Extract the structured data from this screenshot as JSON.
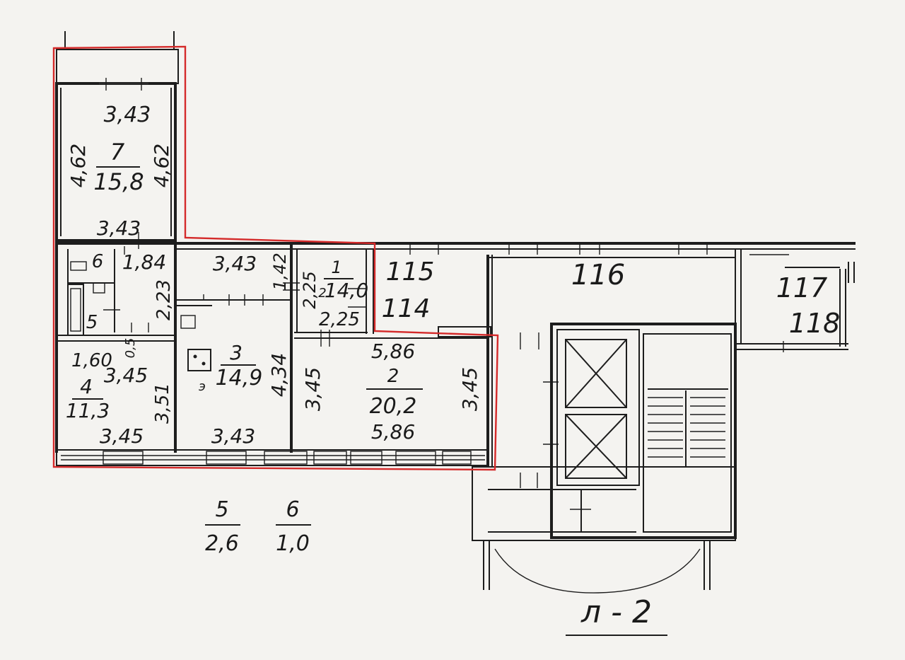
{
  "drawing": {
    "outline_color": "#d42a2a",
    "line_color": "#1d1d1d",
    "paper_color": "#f4f3f0"
  },
  "rooms": [
    {
      "id": "room-7",
      "number": "7",
      "area": "15,8",
      "dims": [
        "3,43",
        "4,62",
        "4,62",
        "3,43"
      ]
    },
    {
      "id": "room-6",
      "number": "6",
      "dims": [
        "1,84",
        "2,23"
      ]
    },
    {
      "id": "room-5",
      "number": "5"
    },
    {
      "id": "room-4",
      "number": "4",
      "area": "11,3",
      "dims": [
        "1,60",
        "3,45",
        "3,51",
        "3,45"
      ]
    },
    {
      "id": "room-3",
      "number": "3",
      "area": "14,9",
      "dims": [
        "3,43",
        "4,34",
        "3,43"
      ],
      "mark": "э"
    },
    {
      "id": "room-1",
      "number": "1",
      "area": "14,0",
      "dims": [
        "1,42",
        "2,25",
        "2,25"
      ]
    },
    {
      "id": "room-2",
      "number": "2",
      "area": "20,2",
      "dims": [
        "5,86",
        "3,45",
        "3,45",
        "5,86"
      ]
    }
  ],
  "small_marks": [
    "0,5",
    "2"
  ],
  "neighbors": [
    "115",
    "114",
    "116",
    "117",
    "118"
  ],
  "legend": [
    {
      "number": "5",
      "area": "2,6"
    },
    {
      "number": "6",
      "area": "1,0"
    }
  ],
  "sheet_label": "л - 2"
}
